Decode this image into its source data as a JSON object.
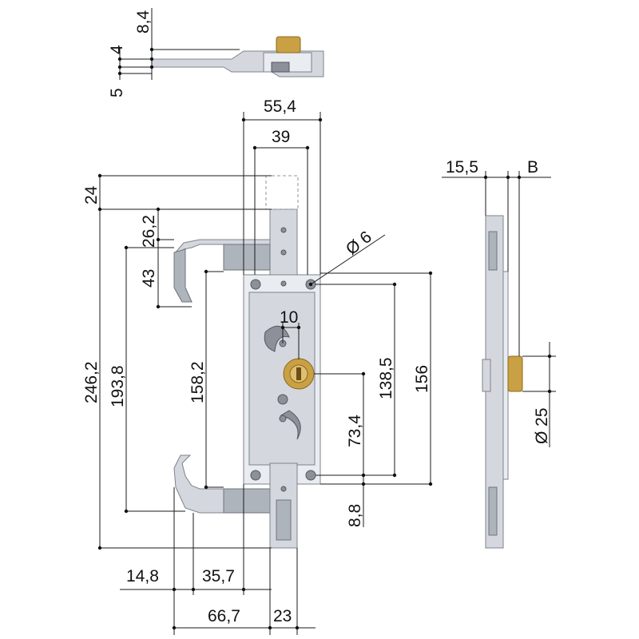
{
  "drawing": {
    "subject": "lock-technical-drawing",
    "top_view": {
      "dimensions": {
        "d_8_4": "8,4",
        "d_4": "4",
        "d_5": "5"
      }
    },
    "front_view": {
      "dimensions": {
        "d_55_4": "55,4",
        "d_39": "39",
        "d_24": "24",
        "d_26_2": "26,2",
        "d_43": "43",
        "d_246_2": "246,2",
        "d_193_8": "193,8",
        "d_158_2": "158,2",
        "d_6": "Ø 6",
        "d_10": "10",
        "d_73_4": "73,4",
        "d_138_5": "138,5",
        "d_156": "156",
        "d_8_8": "8,8",
        "d_14_8": "14,8",
        "d_35_7": "35,7",
        "d_66_7": "66,7",
        "d_23": "23"
      }
    },
    "side_view": {
      "dimensions": {
        "d_15_5": "15,5",
        "d_b": "B",
        "d_25": "Ø 25"
      }
    },
    "colors": {
      "steel": "#d4d8de",
      "brass": "#c9a043",
      "line": "#1a1a1a"
    }
  }
}
